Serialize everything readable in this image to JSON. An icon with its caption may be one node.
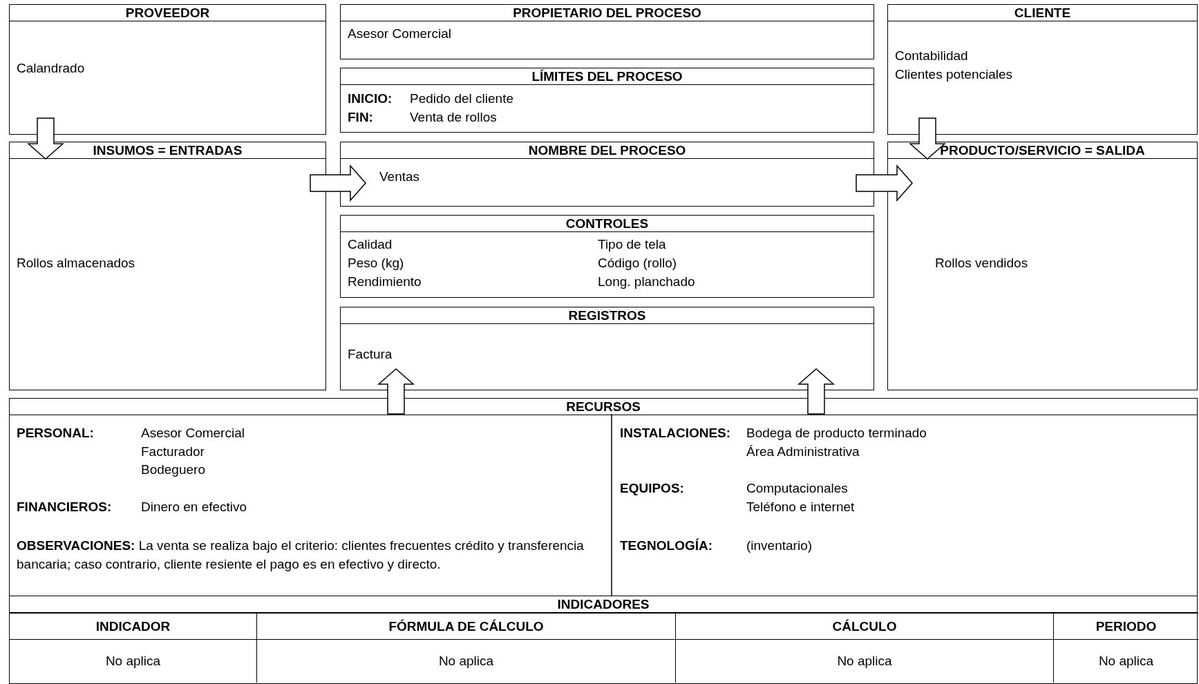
{
  "diagram": {
    "nodes": [
      {
        "text": [
          "PROVEEDOR",
          "Calandrado"
        ]
      },
      {
        "text": [
          "PROPIETARIO DEL PROCESO",
          "Asesor Comercial"
        ]
      },
      {
        "text": [
          "CLIENTE",
          "Contabilidad",
          "Clientes potenciales"
        ]
      },
      {
        "text": [
          "LÍMITES DEL PROCESO",
          "INICIO:",
          "Pedido del cliente",
          "FIN:",
          "Venta de rollos"
        ]
      },
      {
        "text": [
          "INSUMOS = ENTRADAS",
          "Rollos almacenados"
        ]
      },
      {
        "text": [
          "NOMBRE DEL PROCESO",
          "Ventas"
        ]
      },
      {
        "text": [
          "PRODUCTO/SERVICIO = SALIDA",
          "Rollos vendidos"
        ]
      },
      {
        "text": [
          "CONTROLES",
          "Calidad",
          "Tipo de tela",
          "Peso (kg)",
          "Código (rollo)",
          "Rendimiento",
          "Long. planchado"
        ]
      },
      {
        "text": [
          "REGISTROS",
          "Factura"
        ]
      },
      {
        "text": [
          "RECURSOS",
          "PERSONAL:",
          "Asesor Comercial",
          "Facturador",
          "Bodeguero",
          "FINANCIEROS:",
          "Dinero en efectivo",
          "**OBSERVACIONES:** La venta se realiza bajo el criterio: clientes frecuentes crédito y transferencia bancaria; caso contrario, cliente resiente el pago es en efectivo y directo.",
          "INSTALACIONES:",
          "Bodega de producto terminado",
          "Área Administrativa",
          "EQUIPOS:",
          "Computacionales",
          "Teléfono e internet",
          "TEGNOLOGÍA:",
          "(inventario)"
        ]
      },
      {
        "text": [
          "INDICADORES",
          "INDICADOR",
          "FÓRMULA DE CÁLCULO",
          "CÁLCULO",
          "PERIODO",
          "No aplica",
          "No aplica",
          "No aplica",
          "No aplica"
        ]
      }
    ],
    "edges": [
      {
        "from": 0,
        "to": 4,
        "arrow": "to"
      },
      {
        "from": 4,
        "to": 5,
        "arrow": "to"
      },
      {
        "from": 5,
        "to": 6,
        "arrow": "to"
      },
      {
        "from": 2,
        "to": 6,
        "arrow": "to"
      },
      {
        "from": 9,
        "to": 8,
        "arrow": "to"
      },
      {
        "from": 9,
        "to": 8,
        "arrow": "to"
      }
    ]
  }
}
